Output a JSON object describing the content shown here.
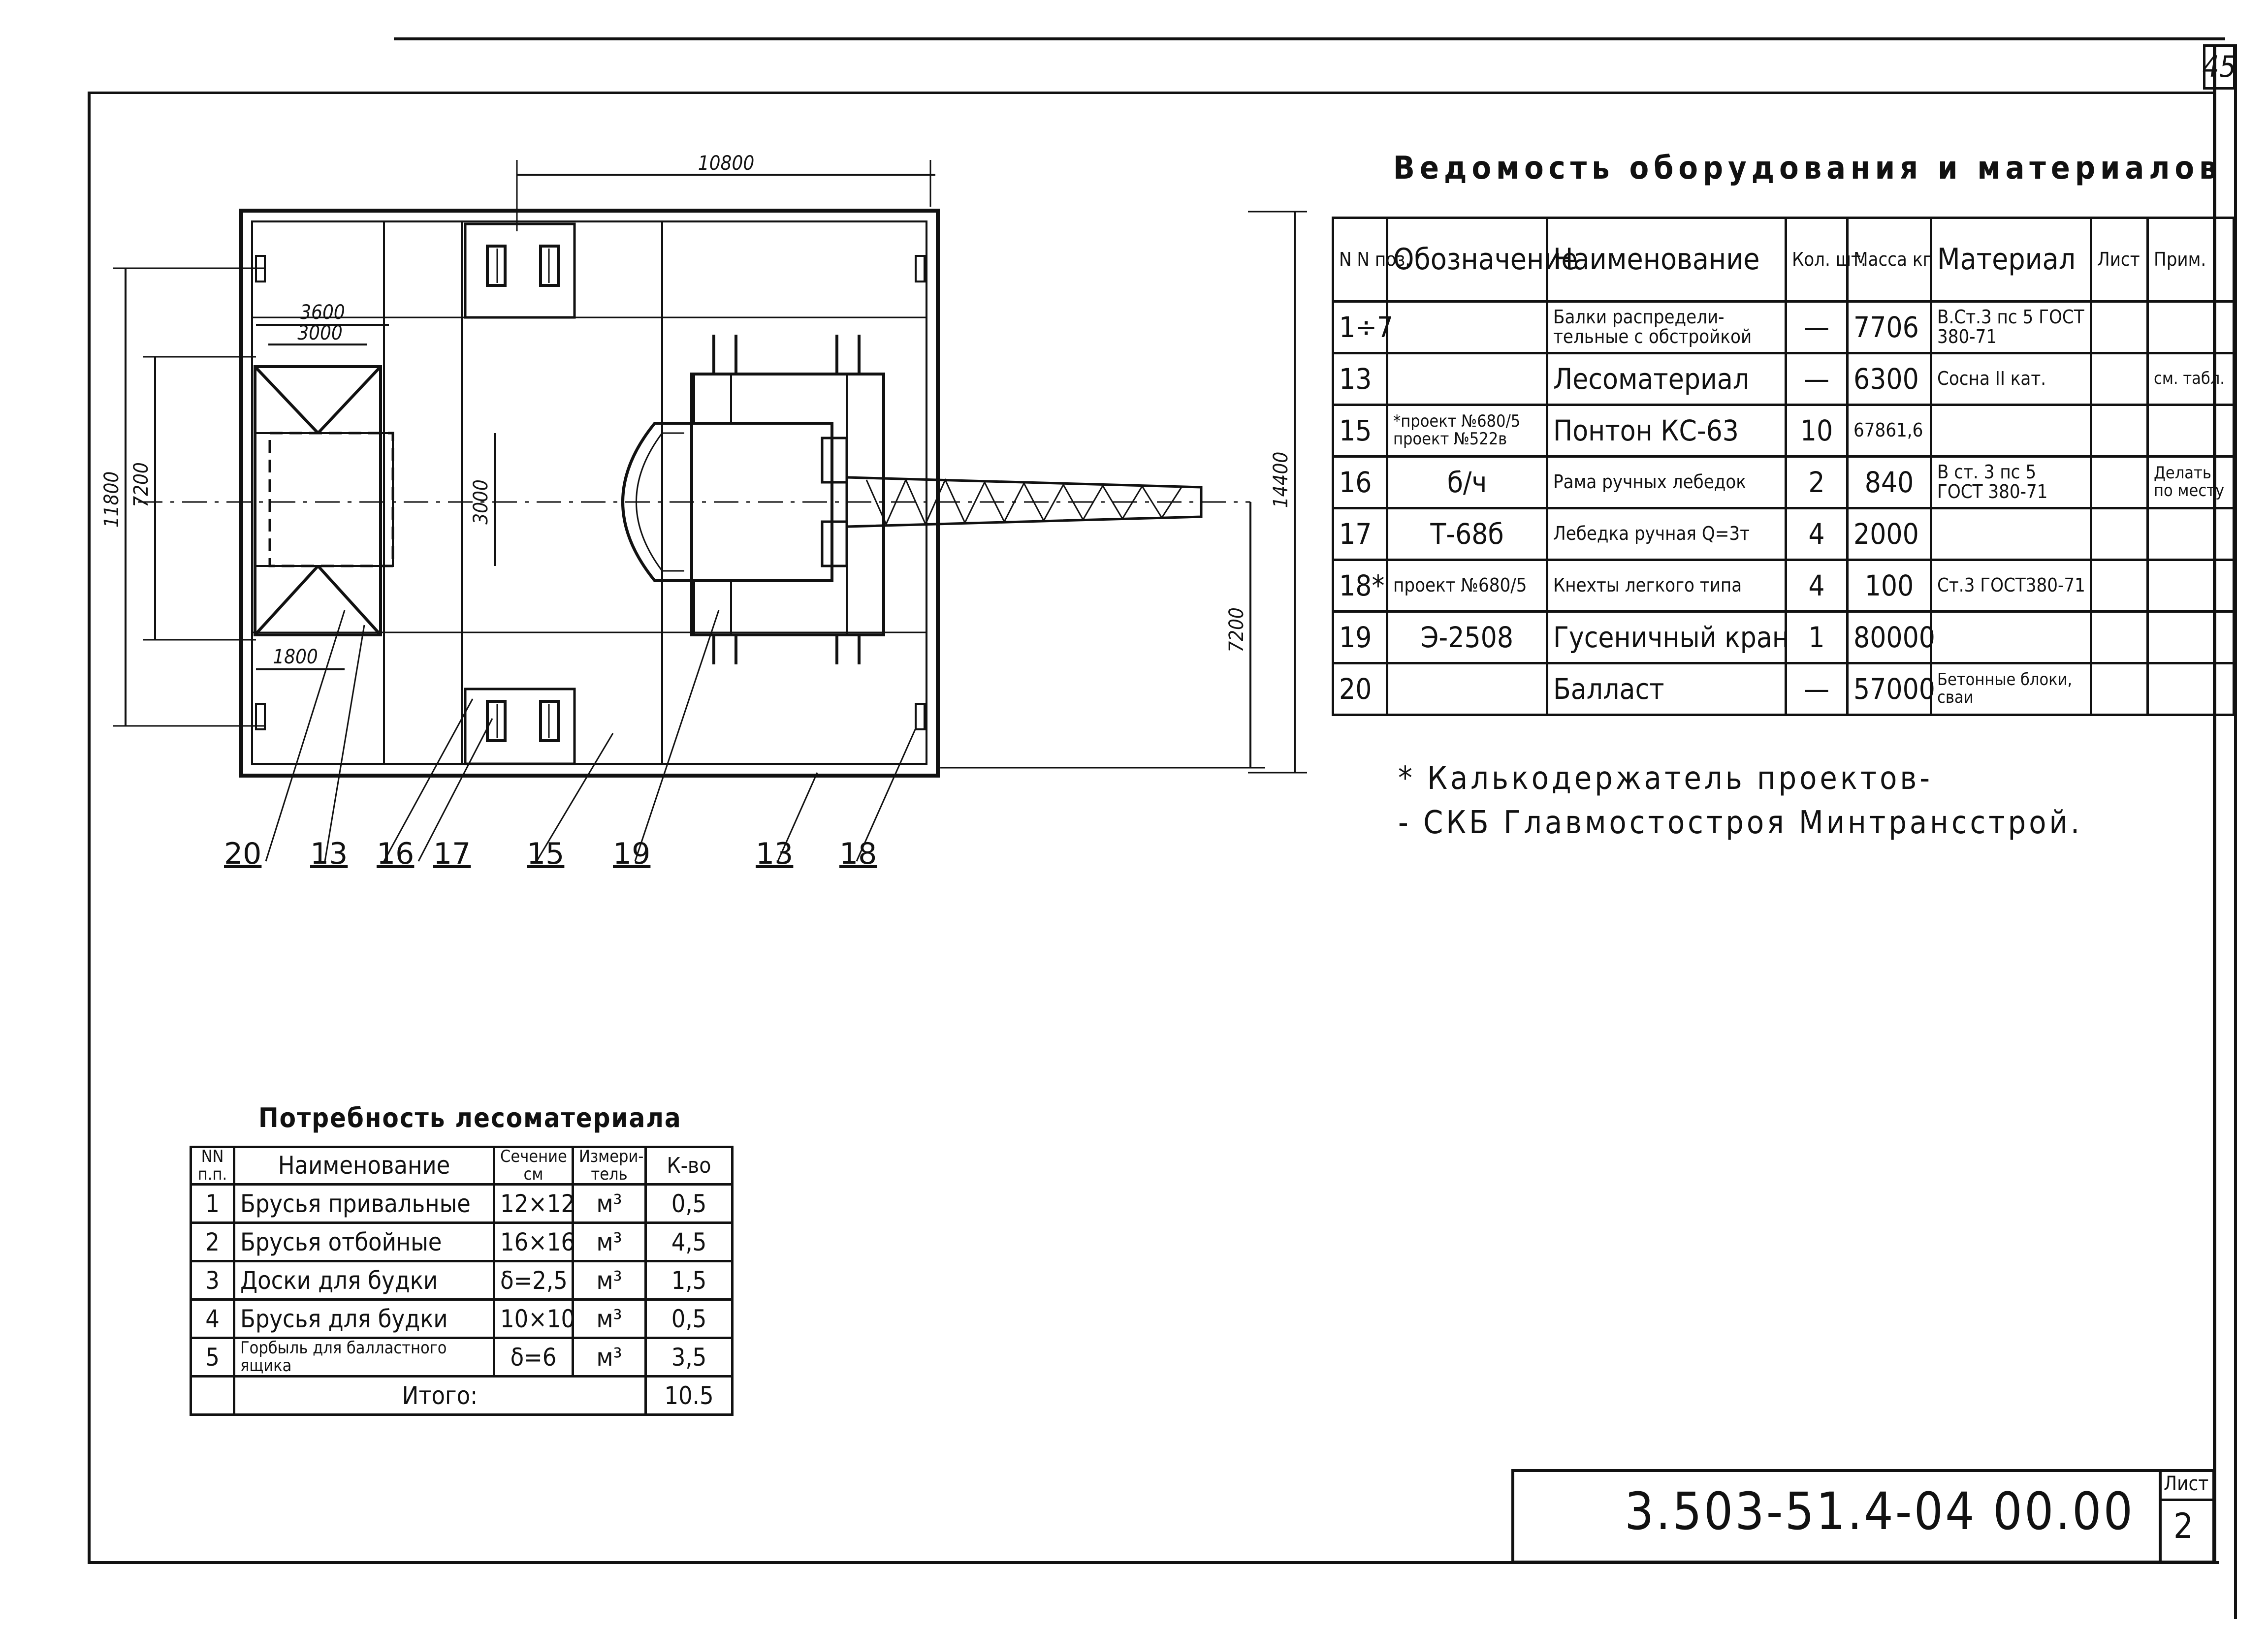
{
  "sheet": {
    "page_number": "45",
    "doc_code": "3.503-51.4-04 00.00",
    "sheet_label": "Лист",
    "sheet_number": "2"
  },
  "plan": {
    "dims": {
      "top_width": "10800",
      "left_outer": "11800",
      "left_inner": "7200",
      "w3600": "3600",
      "w3000": "3000",
      "w1800": "1800",
      "center_3000": "3000",
      "right_total": "14400",
      "right_lower": "7200"
    },
    "callouts": [
      "20",
      "13",
      "16",
      "17",
      "15",
      "19",
      "13",
      "18"
    ]
  },
  "equipment": {
    "title": "Ведомость оборудования и материалов",
    "headers": {
      "num": "N N поз.",
      "designation": "Обозначение",
      "name": "Наименование",
      "qty": "Кол. шт.",
      "mass": "Масса кг",
      "material": "Материал",
      "sheet": "Лист",
      "note": "Прим."
    },
    "rows": [
      {
        "num": "1÷7",
        "designation": "",
        "name": "Балки распредели-тельные с обстройкой",
        "qty": "—",
        "mass": "7706",
        "material": "В.Ст.3 пс 5 ГОСТ 380-71",
        "sheet": "",
        "note": ""
      },
      {
        "num": "13",
        "designation": "",
        "name": "Лесоматериал",
        "qty": "—",
        "mass": "6300",
        "material": "Сосна II кат.",
        "sheet": "",
        "note": "см. табл."
      },
      {
        "num": "15",
        "designation": "*проект №680/5 проект №522в",
        "name": "Понтон КС-63",
        "qty": "10",
        "mass": "67861,6",
        "material": "",
        "sheet": "",
        "note": ""
      },
      {
        "num": "16",
        "designation": "б/ч",
        "name": "Рама ручных лебедок",
        "qty": "2",
        "mass": "840",
        "material": "В ст. 3 пс 5 ГОСТ 380-71",
        "sheet": "",
        "note": "Делать по месту"
      },
      {
        "num": "17",
        "designation": "Т-68б",
        "name": "Лебедка ручная Q=3т",
        "qty": "4",
        "mass": "2000",
        "material": "",
        "sheet": "",
        "note": ""
      },
      {
        "num": "18*",
        "designation": "проект №680/5",
        "name": "Кнехты легкого типа",
        "qty": "4",
        "mass": "100",
        "material": "Ст.3 ГОСТ380-71",
        "sheet": "",
        "note": ""
      },
      {
        "num": "19",
        "designation": "Э-2508",
        "name": "Гусеничный кран",
        "qty": "1",
        "mass": "80000",
        "material": "",
        "sheet": "",
        "note": ""
      },
      {
        "num": "20",
        "designation": "",
        "name": "Балласт",
        "qty": "—",
        "mass": "57000",
        "material": "Бетонные блоки, сваи",
        "sheet": "",
        "note": ""
      }
    ]
  },
  "footnote": {
    "line1": "* Калькодержатель проектов-",
    "line2": "- СКБ Главмостостроя Минтрансстрой."
  },
  "timber": {
    "title": "Потребность лесоматериала",
    "headers": {
      "num": "NN п.п.",
      "name": "Наименование",
      "section": "Сечение см",
      "unit": "Измери-тель",
      "qty": "К-во"
    },
    "rows": [
      {
        "num": "1",
        "name": "Брусья привальные",
        "section": "12×12",
        "unit": "м³",
        "qty": "0,5"
      },
      {
        "num": "2",
        "name": "Брусья отбойные",
        "section": "16×16",
        "unit": "м³",
        "qty": "4,5"
      },
      {
        "num": "3",
        "name": "Доски для будки",
        "section": "δ=2,5",
        "unit": "м³",
        "qty": "1,5"
      },
      {
        "num": "4",
        "name": "Брусья для будки",
        "section": "10×10",
        "unit": "м³",
        "qty": "0,5"
      },
      {
        "num": "5",
        "name": "Горбыль для балластного ящика",
        "section": "δ=6",
        "unit": "м³",
        "qty": "3,5"
      }
    ],
    "total_label": "Итого:",
    "total_value": "10.5"
  }
}
